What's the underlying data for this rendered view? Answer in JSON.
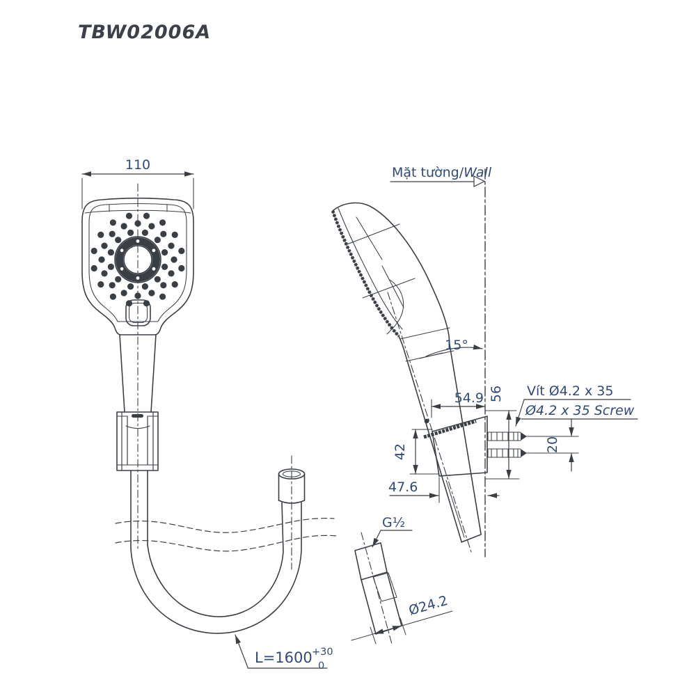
{
  "title": "TBW02006A",
  "colors": {
    "line": "#3a3f46",
    "text": "#2f4a78",
    "title": "#3c4048"
  },
  "front_view": {
    "head_width_dim": "110"
  },
  "side_view": {
    "wall_label_vi": "Mặt tường/",
    "wall_label_en": "Wall",
    "angle_dim": "15°",
    "offset_top_dim": "54.9",
    "wall_height_dim": "56",
    "bracket_height_dim": "42",
    "screw_spacing_dim": "20",
    "offset_bottom_dim": "47.6",
    "screw_label_vi": "Vít Ø4.2 x 35",
    "screw_label_en": "Ø4.2 x 35 Screw"
  },
  "hose": {
    "length_dim": "L=1600",
    "tolerance_upper": "+30",
    "tolerance_lower": "0"
  },
  "connector_detail": {
    "thread_label": "G½",
    "diameter_dim": "Ø24.2"
  }
}
